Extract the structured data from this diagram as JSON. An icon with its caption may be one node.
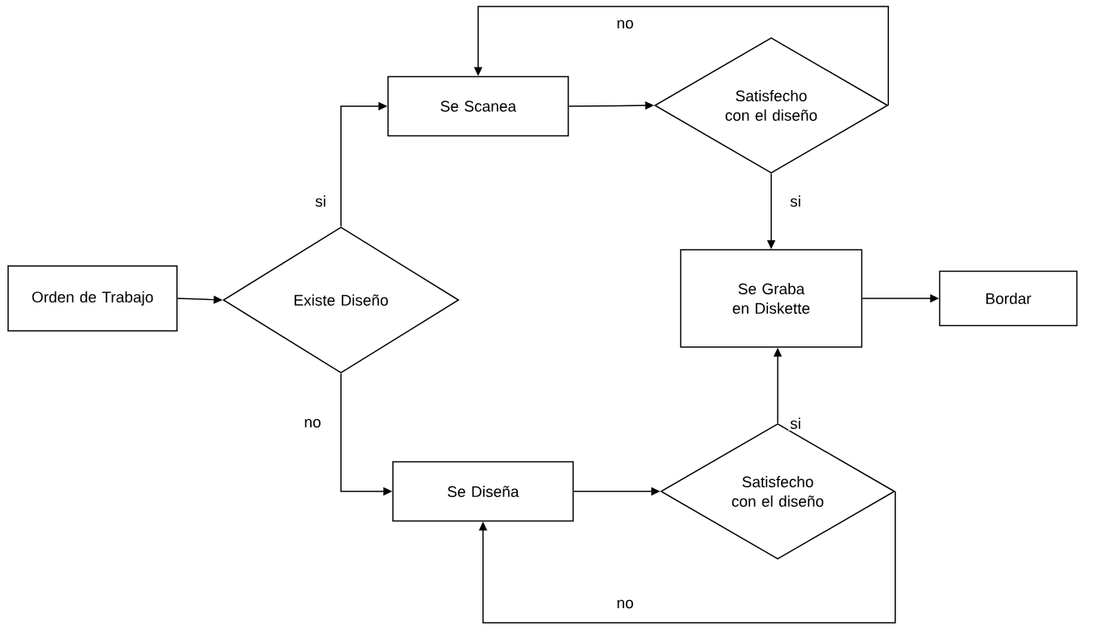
{
  "diagram": {
    "nodes": [
      {
        "text": [
          "Orden de Trabajo"
        ]
      },
      {
        "text": [
          "Existe Diseño"
        ]
      },
      {
        "text": [
          "Se Scanea"
        ]
      },
      {
        "text": [
          "Satisfecho con el diseño"
        ]
      },
      {
        "text": [
          "Se Graba en Diskette"
        ]
      },
      {
        "text": [
          "Bordar"
        ]
      },
      {
        "text": [
          "Se Diseña"
        ]
      },
      {
        "text": [
          "Satisfecho con el diseño"
        ]
      }
    ],
    "edges": [
      {
        "from": 0,
        "to": 1,
        "arrow": "to"
      },
      {
        "from": 1,
        "to": 2,
        "arrow": "to",
        "label": "si"
      },
      {
        "from": 1,
        "to": 6,
        "arrow": "to",
        "label": "no"
      },
      {
        "from": 2,
        "to": 3,
        "arrow": "to"
      },
      {
        "from": 3,
        "to": 2,
        "arrow": "to",
        "label": "no"
      },
      {
        "from": 3,
        "to": 4,
        "arrow": "to",
        "label": "si"
      },
      {
        "from": 4,
        "to": 5,
        "arrow": "to"
      },
      {
        "from": 6,
        "to": 7,
        "arrow": "to"
      },
      {
        "from": 7,
        "to": 6,
        "arrow": "to",
        "label": "no"
      },
      {
        "from": 7,
        "to": 4,
        "arrow": "to",
        "label": "si"
      }
    ]
  }
}
